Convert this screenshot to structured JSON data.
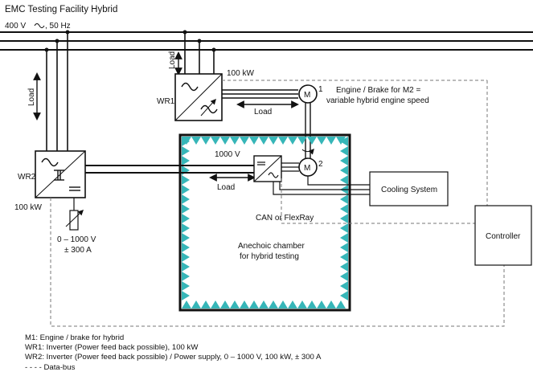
{
  "title": "EMC Testing Facility Hybrid",
  "supply_label": "400 V",
  "supply_freq": ", 50 Hz",
  "wr1": {
    "name": "WR1",
    "power": "100 kW"
  },
  "wr2": {
    "name": "WR2",
    "power": "100 kW",
    "range_v": "0 – 1000 V",
    "range_a": "± 300 A"
  },
  "load_label": "Load",
  "dc_link_label": "1000 V",
  "motor1": {
    "symbol": "M",
    "num": "1",
    "desc_line1": "Engine / Brake for M2 =",
    "desc_line2": "variable hybrid engine speed"
  },
  "motor2": {
    "symbol": "M",
    "num": "2"
  },
  "cooling_label": "Cooling System",
  "bus_label": "CAN or FlexRay",
  "controller_label": "Controller",
  "chamber_line1": "Anechoic chamber",
  "chamber_line2": "for hybrid testing",
  "legend": [
    "M1: Engine / brake for hybrid",
    "WR1: Inverter (Power feed back possible), 100 kW",
    "WR2: Inverter (Power feed back possible) / Power supply,  0 – 1000 V, 100 kW, ± 300 A",
    "- - - - Data-bus"
  ],
  "colors": {
    "absorber": "#36b6b8",
    "line": "#111111",
    "bus": "#777777"
  }
}
